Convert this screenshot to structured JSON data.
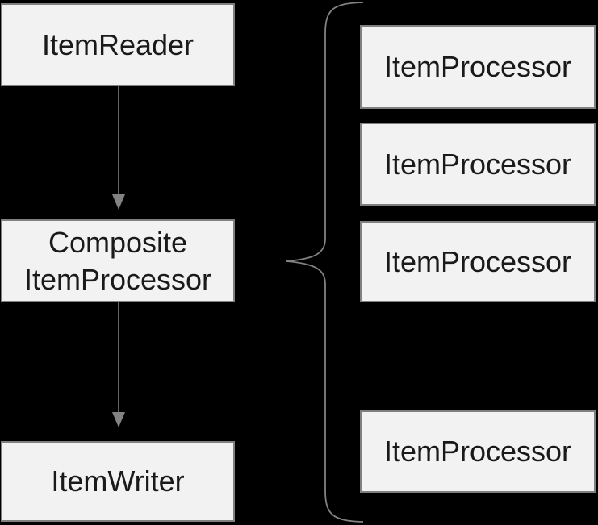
{
  "diagram": {
    "colors": {
      "background": "#000000",
      "node_fill": "#f2f2f2",
      "node_border": "#808080",
      "node_text": "#1a1a1a",
      "connector": "#828282"
    },
    "flow_nodes": [
      {
        "label": "ItemReader"
      },
      {
        "label": "Composite\nItemProcessor"
      },
      {
        "label": "ItemWriter"
      }
    ],
    "delegate_nodes": [
      {
        "label": "ItemProcessor"
      },
      {
        "label": "ItemProcessor"
      },
      {
        "label": "ItemProcessor"
      },
      {
        "label": "ItemProcessor"
      }
    ]
  }
}
